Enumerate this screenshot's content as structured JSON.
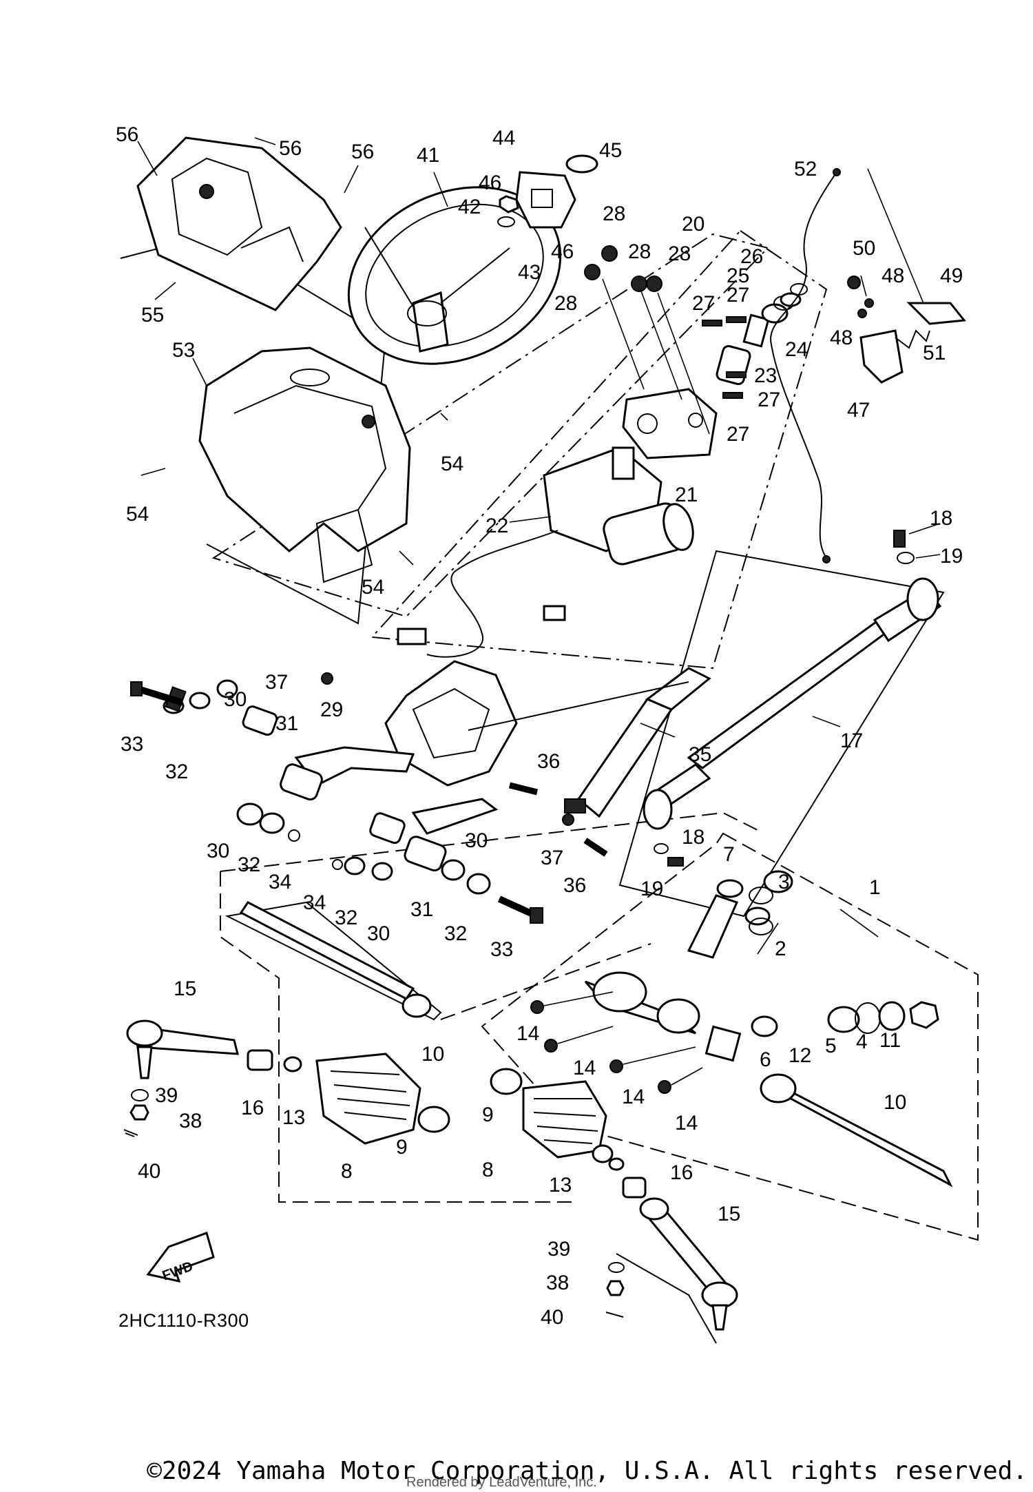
{
  "diagram": {
    "reference_code": "2HC1110-R300",
    "fwd_label": "FWD",
    "copyright": "©2024 Yamaha Motor Corporation, U.S.A. All rights reserved.",
    "rendered_by": "Rendered by LeadVenture, Inc."
  },
  "callouts": {
    "c1": "1",
    "c2": "2",
    "c3": "3",
    "c4": "4",
    "c5": "5",
    "c6": "6",
    "c7": "7",
    "c8a": "8",
    "c8b": "8",
    "c9a": "9",
    "c9b": "9",
    "c10a": "10",
    "c10b": "10",
    "c11": "11",
    "c12": "12",
    "c13a": "13",
    "c13b": "13",
    "c14a": "14",
    "c14b": "14",
    "c14c": "14",
    "c14d": "14",
    "c15a": "15",
    "c15b": "15",
    "c16a": "16",
    "c16b": "16",
    "c17": "17",
    "c18a": "18",
    "c18b": "18",
    "c19a": "19",
    "c19b": "19",
    "c20": "20",
    "c21": "21",
    "c22": "22",
    "c23": "23",
    "c24": "24",
    "c25": "25",
    "c26": "26",
    "c27a": "27",
    "c27b": "27",
    "c27c": "27",
    "c27d": "27",
    "c28a": "28",
    "c28b": "28",
    "c28c": "28",
    "c28d": "28",
    "c29": "29",
    "c30a": "30",
    "c30b": "30",
    "c30c": "30",
    "c30d": "30",
    "c31a": "31",
    "c31b": "31",
    "c32a": "32",
    "c32b": "32",
    "c32c": "32",
    "c32d": "32",
    "c33a": "33",
    "c33b": "33",
    "c34a": "34",
    "c34b": "34",
    "c35": "35",
    "c36a": "36",
    "c36b": "36",
    "c37a": "37",
    "c37b": "37",
    "c38a": "38",
    "c38b": "38",
    "c39a": "39",
    "c39b": "39",
    "c40a": "40",
    "c40b": "40",
    "c41": "41",
    "c42": "42",
    "c43": "43",
    "c44": "44",
    "c45": "45",
    "c46a": "46",
    "c46b": "46",
    "c47": "47",
    "c48a": "48",
    "c48b": "48",
    "c49": "49",
    "c50": "50",
    "c51": "51",
    "c52": "52",
    "c53": "53",
    "c54a": "54",
    "c54b": "54",
    "c54c": "54",
    "c55": "55",
    "c56a": "56",
    "c56b": "56",
    "c56c": "56"
  }
}
